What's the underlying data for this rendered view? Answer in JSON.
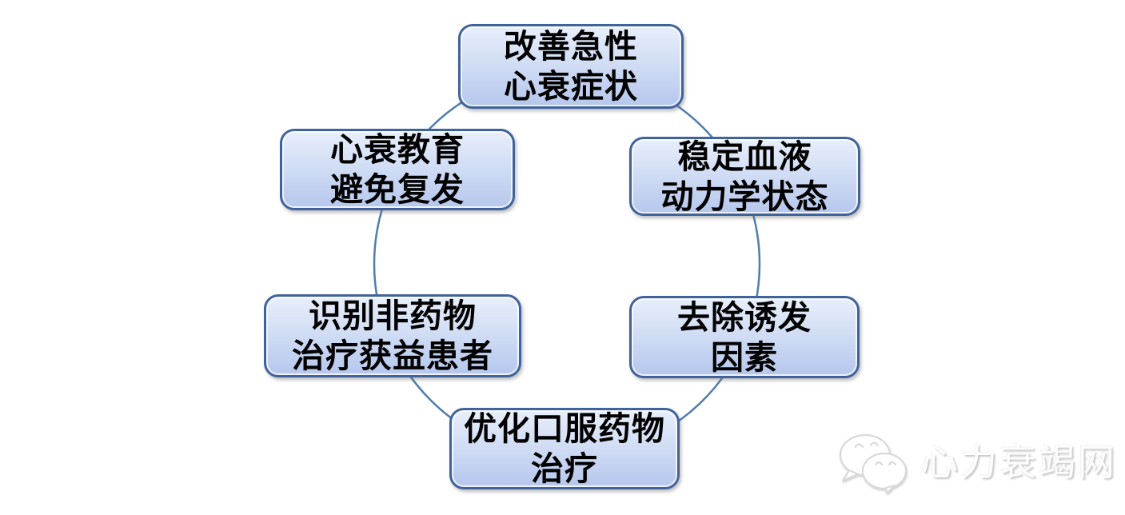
{
  "diagram": {
    "type": "cycle",
    "nodes": [
      {
        "id": "improve-acute-hf-symptoms",
        "line1": "改善急性",
        "line2": "心衰症状"
      },
      {
        "id": "stabilize-hemodynamic-state",
        "line1": "稳定血液",
        "line2": "动力学状态"
      },
      {
        "id": "remove-precipitating-factors",
        "line1": "去除诱发",
        "line2": "因素"
      },
      {
        "id": "optimize-oral-drug-therapy",
        "line1": "优化口服药物",
        "line2": "治疗"
      },
      {
        "id": "identify-nondrug-benefit-patients",
        "line1": "识别非药物",
        "line2": "治疗获益患者"
      },
      {
        "id": "hf-education-avoid-relapse",
        "line1": "心衰教育",
        "line2": "避免复发"
      }
    ],
    "colors": {
      "node_border": "#40639c",
      "node_fill_top": "#e8effb",
      "node_fill_bottom": "#b6c7ed",
      "ring_stroke": "#4e7dae",
      "text": "#000000"
    }
  },
  "watermark": {
    "icon": "wechat-chat-bubbles-icon",
    "text": "心力衰竭网",
    "color": "#fdfdfd"
  }
}
